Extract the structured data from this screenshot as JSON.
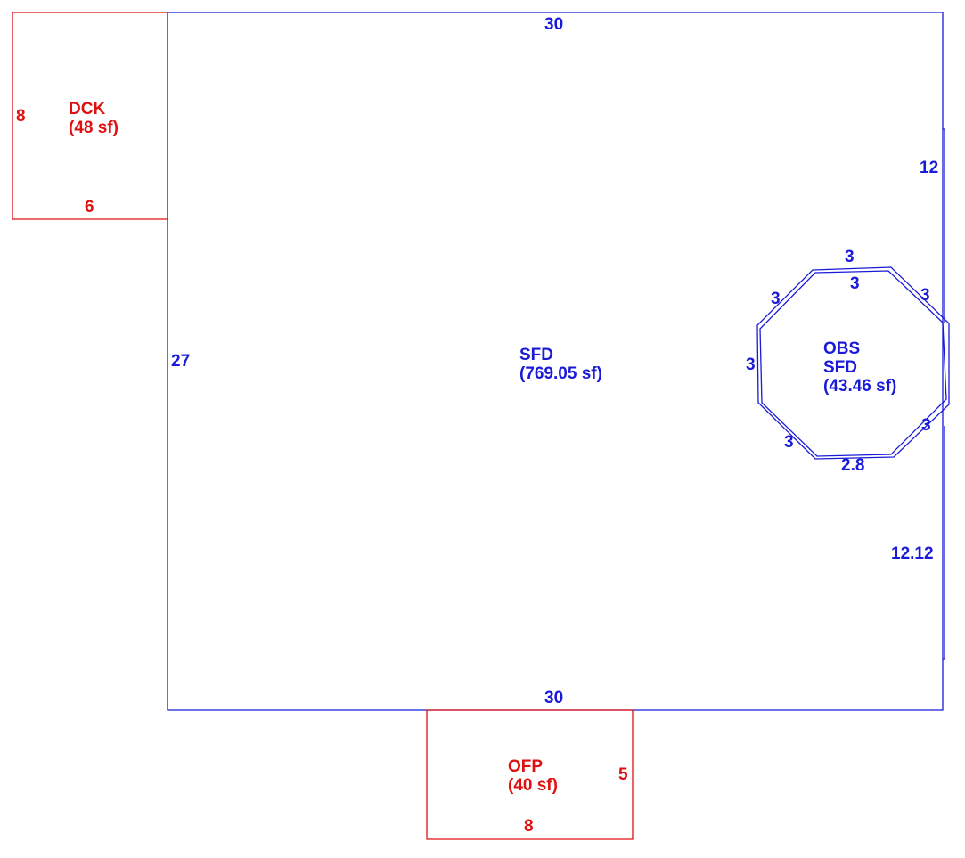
{
  "colors": {
    "living": "#1a1ad8",
    "addition": "#e01010"
  },
  "areas": {
    "sfd": {
      "code": "SFD",
      "area": "(769.05 sf)"
    },
    "obs": {
      "code_line1": "OBS",
      "code_line2": "SFD",
      "area": "(43.46 sf)"
    },
    "dck": {
      "code": "DCK",
      "area": "(48 sf)"
    },
    "ofp": {
      "code": "OFP",
      "area": "(40 sf)"
    }
  },
  "dimensions": {
    "sfd_top": "30",
    "sfd_bottom": "30",
    "sfd_left": "27",
    "sfd_right_upper": "12",
    "sfd_right_lower": "12.12",
    "obs_top_outer": "3",
    "obs_top_inner": "3",
    "obs_upper_left": "3",
    "obs_upper_right": "3",
    "obs_left": "3",
    "obs_lower_left": "3",
    "obs_lower_right": "3",
    "obs_bottom": "2.8",
    "dck_left": "8",
    "dck_bottom": "6",
    "ofp_right": "5",
    "ofp_bottom": "8"
  }
}
